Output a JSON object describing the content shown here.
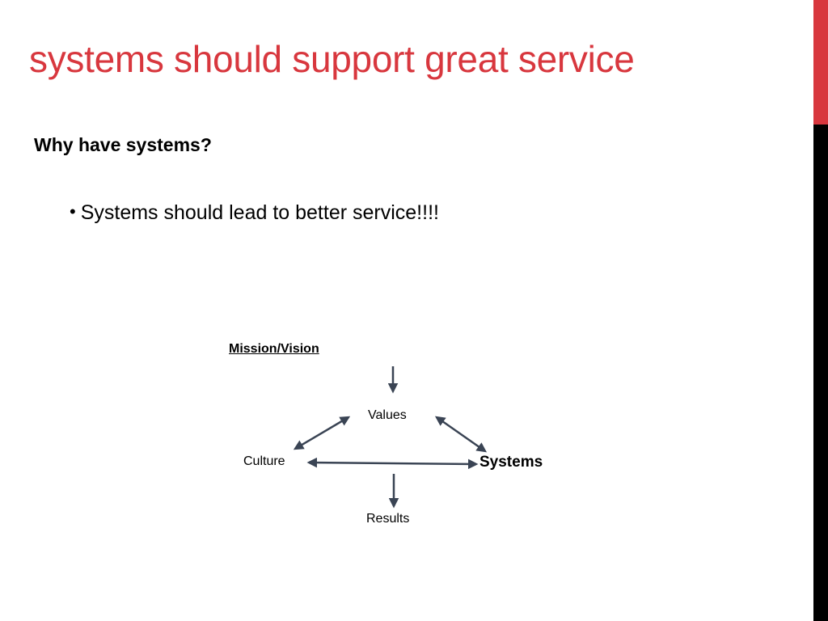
{
  "slide": {
    "title": "systems should support great service",
    "subheading": "Why have systems?",
    "bullet_symbol": "•",
    "bullet_text": "Systems should lead to better service!!!!"
  },
  "diagram": {
    "nodes": {
      "mission": "Mission/Vision",
      "values": "Values",
      "culture": "Culture",
      "systems": "Systems",
      "results": "Results"
    },
    "edges": [
      {
        "from": "mission",
        "to": "values",
        "direction": "one-way"
      },
      {
        "from": "values",
        "to": "culture",
        "direction": "two-way"
      },
      {
        "from": "values",
        "to": "systems",
        "direction": "two-way"
      },
      {
        "from": "culture",
        "to": "systems",
        "direction": "two-way"
      },
      {
        "from": "culture-systems-link",
        "to": "results",
        "direction": "one-way"
      }
    ]
  },
  "colors": {
    "accent": "#d8373e",
    "sidebar_bottom": "#000000",
    "arrow": "#3a4454"
  }
}
